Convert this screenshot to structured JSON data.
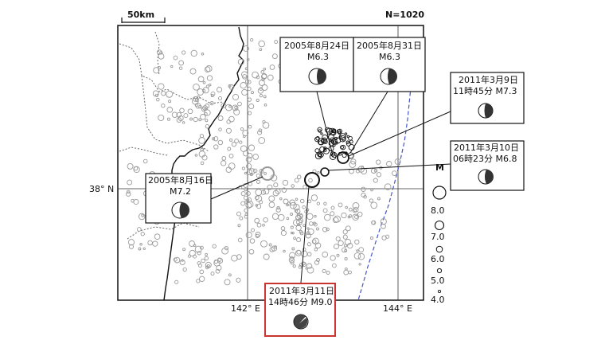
{
  "scale_bar": {
    "label": "50km"
  },
  "count_label": "N=1020",
  "axes": {
    "lat_label": "38° N",
    "lon_labels": [
      "142° E",
      "144° E"
    ]
  },
  "legend": {
    "title": "M",
    "magnitudes": [
      "8.0",
      "7.0",
      "6.0",
      "5.0",
      "4.0"
    ]
  },
  "events": [
    {
      "id": "e1",
      "date": "2005年8月24日",
      "mag": "M6.3"
    },
    {
      "id": "e2",
      "date": "2005年8月31日",
      "mag": "M6.3"
    },
    {
      "id": "e3",
      "date": "2011年3月9日",
      "time_mag": "11時45分 M7.3"
    },
    {
      "id": "e4",
      "date": "2011年3月10日",
      "time_mag": "06時23分 M6.8"
    },
    {
      "id": "e5",
      "date": "2005年8月16日",
      "mag": "M7.2"
    },
    {
      "id": "e6",
      "date": "2011年3月11日",
      "time_mag": "14時46分 M9.0",
      "highlight": true
    }
  ],
  "colors": {
    "coastline": "#111111",
    "grid": "#333333",
    "prefecture_border": "#666666",
    "trench": "#4455cc",
    "highlight_box": "#cc3333",
    "aftershock_gray": "#a0a0a0"
  }
}
